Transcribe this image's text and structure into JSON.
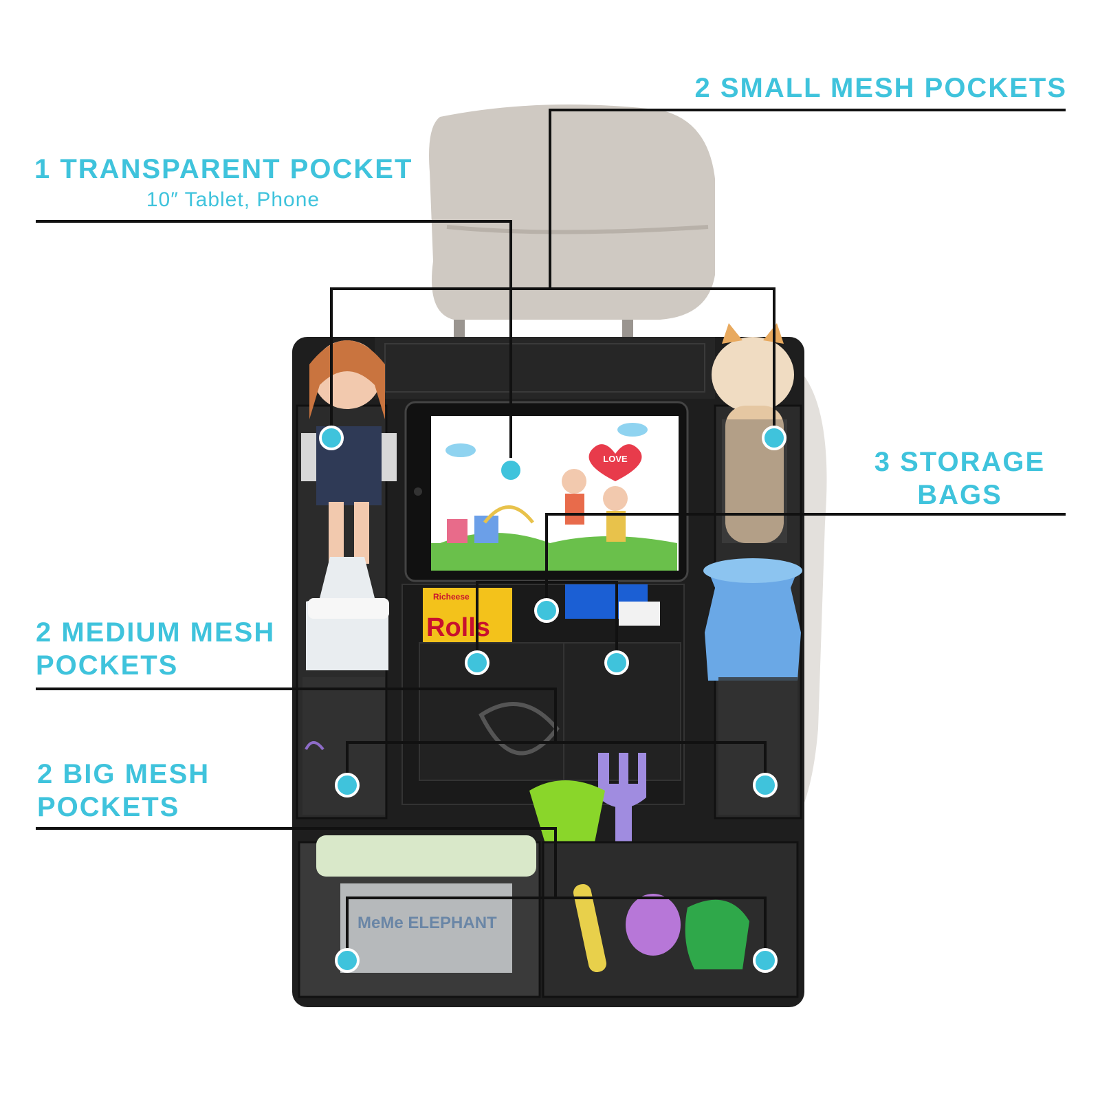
{
  "colors": {
    "accent": "#3fc3dc",
    "leader": "#111111",
    "organizer": "#1e1e1e",
    "headrest": "#cfc9c2"
  },
  "callouts": {
    "small_mesh": {
      "title": "2 SMALL MESH POCKETS"
    },
    "transparent": {
      "title": "1 TRANSPARENT POCKET",
      "subtitle": "10″ Tablet, Phone"
    },
    "storage": {
      "line1": "3 STORAGE",
      "line2": "BAGS"
    },
    "medium_mesh": {
      "line1": "2 MEDIUM MESH",
      "line2": "POCKETS"
    },
    "big_mesh": {
      "line1": "2 BIG MESH",
      "line2": "POCKETS"
    }
  },
  "product": {
    "snack_box_text": "Rolls",
    "snack_brand": "Richeese",
    "heart_text": "LOVE",
    "wipes_text": "MeMe ELEPHANT"
  }
}
